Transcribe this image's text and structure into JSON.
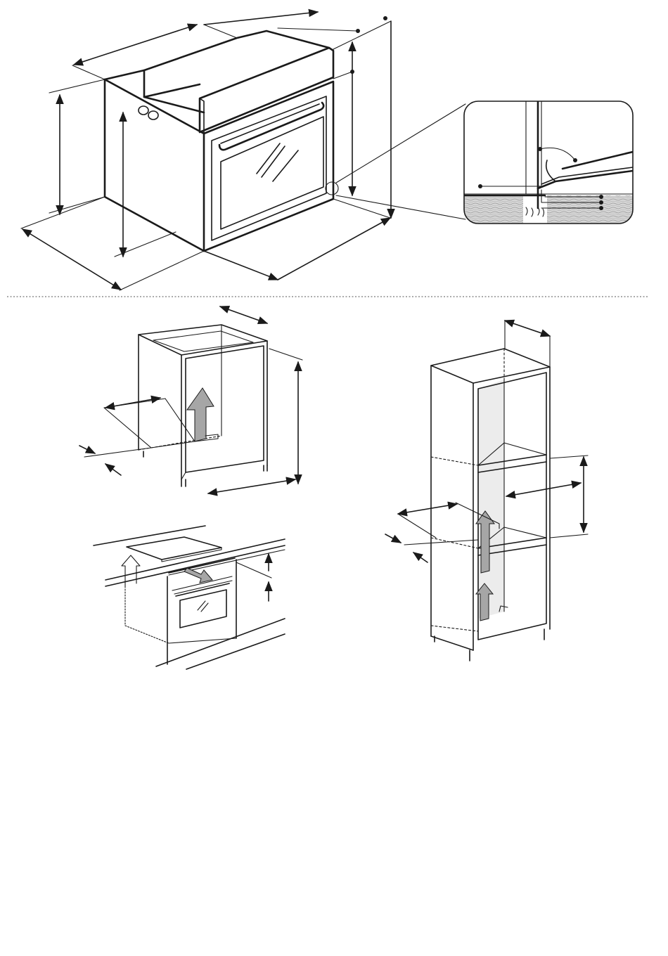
{
  "colors": {
    "line": "#1a1a1a",
    "arrow": "#a6a6a6",
    "panel": "#ececec",
    "wood": "#c9c9c9",
    "background": "#ffffff"
  },
  "figures": [
    {
      "name": "oven-dimensions"
    },
    {
      "name": "detail-magnifier"
    },
    {
      "name": "under-counter-cabinet"
    },
    {
      "name": "tall-column-cabinet"
    },
    {
      "name": "worktop-installation"
    }
  ]
}
